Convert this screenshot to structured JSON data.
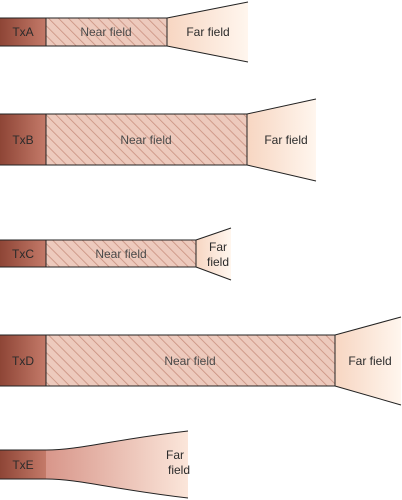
{
  "colors": {
    "transducer": "#a3574a",
    "near_field_fill": "#e9c3b4",
    "hatch": "#c98f80",
    "far_field_fill": "#fbe6d8",
    "outline": "#222222"
  },
  "diagrams": [
    {
      "id": "a",
      "transducer_label": "TxA",
      "near_label": "Near field",
      "far_label": [
        "Far field"
      ]
    },
    {
      "id": "b",
      "transducer_label": "TxB",
      "near_label": "Near field",
      "far_label": [
        "Far field"
      ]
    },
    {
      "id": "c",
      "transducer_label": "TxC",
      "near_label": "Near field",
      "far_label": [
        "Far",
        "field"
      ]
    },
    {
      "id": "d",
      "transducer_label": "TxD",
      "near_label": "Near field",
      "far_label": [
        "Far field"
      ]
    },
    {
      "id": "e",
      "transducer_label": "TxE",
      "near_label": "",
      "far_label": [
        "Far",
        "field"
      ]
    }
  ]
}
